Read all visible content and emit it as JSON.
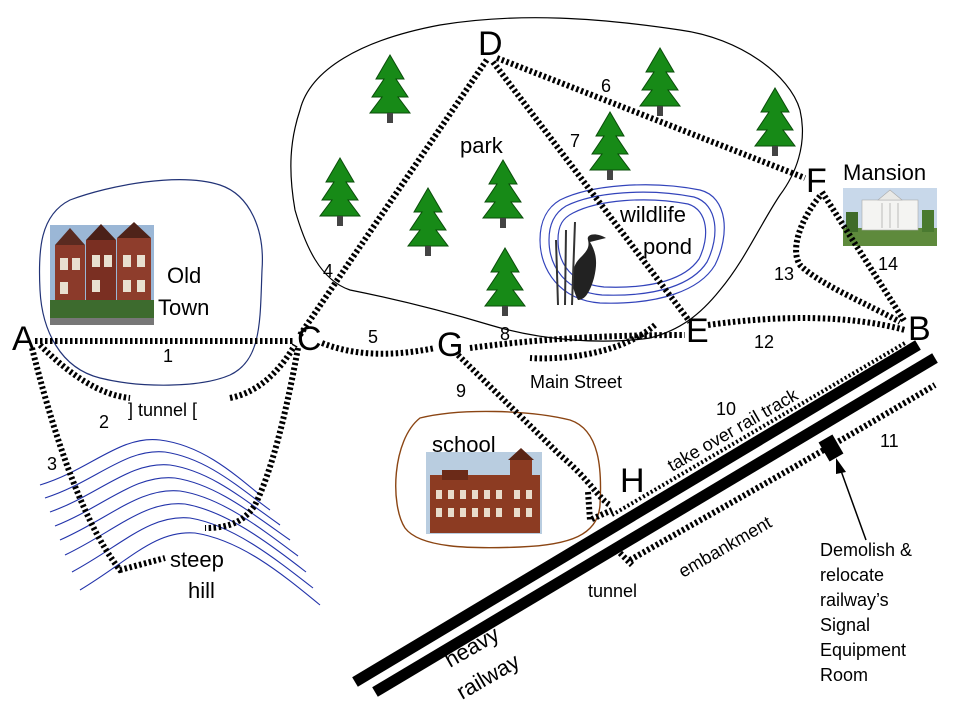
{
  "nodes": {
    "A": "A",
    "B": "B",
    "C": "C",
    "D": "D",
    "E": "E",
    "F": "F",
    "G": "G",
    "H": "H"
  },
  "edges": {
    "e1": "1",
    "e2": "2",
    "e3": "3",
    "e4": "4",
    "e5": "5",
    "e6": "6",
    "e7": "7",
    "e8": "8",
    "e9": "9",
    "e10": "10",
    "e11": "11",
    "e12": "12",
    "e13": "13",
    "e14": "14"
  },
  "areas": {
    "park": "park",
    "old_town_1": "Old",
    "old_town_2": "Town",
    "wildlife_1": "wildlife",
    "wildlife_2": "pond",
    "mansion": "Mansion",
    "school": "school",
    "steep_1": "steep",
    "steep_2": "hill"
  },
  "labels": {
    "tunnel_top": "] tunnel [",
    "tunnel_bottom": "tunnel",
    "main_street": "Main Street",
    "take_over": "take over rail track",
    "embankment": "embankment",
    "heavy": "heavy",
    "railway": "railway"
  },
  "note": [
    "Demolish &",
    "relocate",
    "railway’s",
    "Signal",
    "Equipment",
    "Room"
  ]
}
